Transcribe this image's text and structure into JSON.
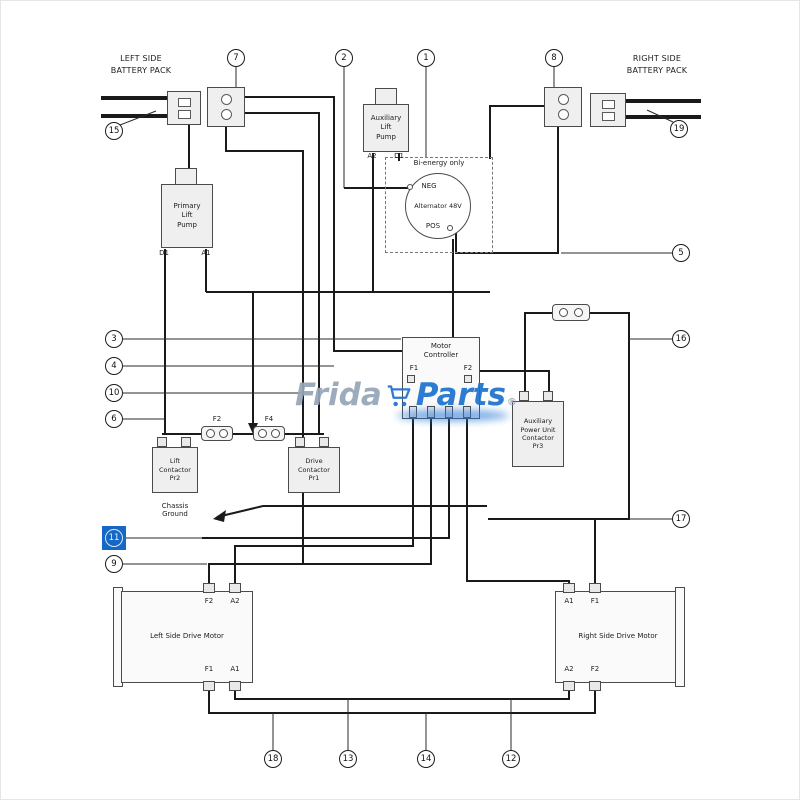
{
  "battery": {
    "left": "LEFT SIDE\nBATTERY PACK",
    "right": "RIGHT SIDE\nBATTERY PACK"
  },
  "watermark": {
    "prefix": "Frida",
    "suffix": "Parts",
    "reg": "®",
    "icon": "cart-icon"
  },
  "callouts": [
    "1",
    "2",
    "3",
    "4",
    "5",
    "6",
    "7",
    "8",
    "9",
    "10",
    "11",
    "12",
    "13",
    "14",
    "15",
    "16",
    "17",
    "18",
    "19"
  ],
  "components": {
    "aux_lift_pump": "Auxiliary\nLift\nPump",
    "primary_lift_pump": "Primary\nLift\nPump",
    "bi_energy_title": "Bi-energy only",
    "alternator": "Alternator 48V",
    "neg": "NEG",
    "pos": "POS",
    "motor_controller": "Motor\nController",
    "apu_contactor": "Auxiliary\nPower Unit\nContactor\nPr3",
    "lift_contactor": "Lift\nContactor\nPr2",
    "drive_contactor": "Drive\nContactor\nPr1",
    "left_motor": "Left Side Drive Motor",
    "right_motor": "Right Side Drive Motor",
    "chassis_ground": "Chassis\nGround",
    "fuse_f2": "F2",
    "fuse_f4": "F4"
  },
  "terminals": {
    "aux_pump_a2": "A2",
    "aux_pump_d1": "D1",
    "primary_pump_d1": "D1",
    "primary_pump_a1": "A1",
    "controller_f1": "F1",
    "controller_f2": "F2",
    "left_motor_f2": "F2",
    "left_motor_a2": "A2",
    "left_motor_f1": "F1",
    "left_motor_a1": "A1",
    "right_motor_a1": "A1",
    "right_motor_f1": "F1",
    "right_motor_a2": "A2",
    "right_motor_f2": "F2"
  },
  "colors": {
    "wire": "#1a1a1a",
    "callout_highlight": "#1668c7",
    "watermark_gray": "#95a6b7",
    "watermark_blue": "#1e73cf"
  }
}
